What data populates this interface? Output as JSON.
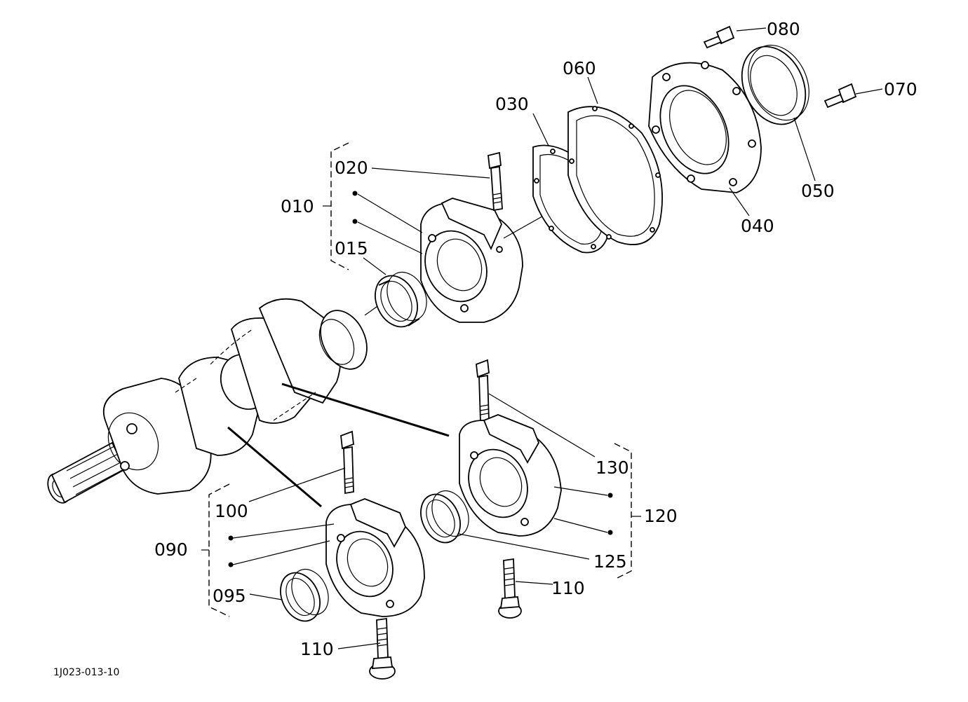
{
  "diagram": {
    "reference_code": "1J023-013-10",
    "labels": {
      "p080": "080",
      "p070": "070",
      "p060": "060",
      "p030": "030",
      "p050": "050",
      "p040": "040",
      "p020": "020",
      "p010": "010",
      "p015": "015",
      "p130": "130",
      "p120": "120",
      "p125": "125",
      "p110a": "110",
      "p110b": "110",
      "p100": "100",
      "p090": "090",
      "p095": "095"
    }
  }
}
